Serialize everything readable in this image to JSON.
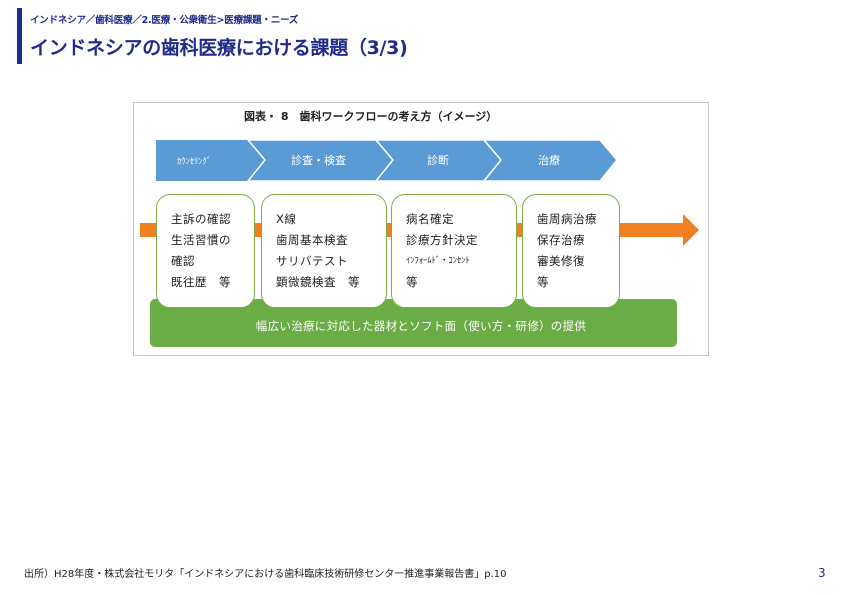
{
  "header": {
    "breadcrumb": "インドネシア／歯科医療／2.医療・公衆衛生>医療課題・ニーズ",
    "title": "インドネシアの歯科医療における課題（3/3)"
  },
  "figure": {
    "caption": "図表・ 8　歯科ワークフローの考え方（イメージ）",
    "steps": [
      {
        "label": "ｶｳﾝｾﾘﾝｸﾞ"
      },
      {
        "label": "診査・検査"
      },
      {
        "label": "診断"
      },
      {
        "label": "治療"
      }
    ],
    "boxes": [
      {
        "lines": [
          "主訴の確認",
          "生活習慣の",
          "確認",
          "既往歴　等"
        ]
      },
      {
        "lines": [
          "X線",
          "歯周基本検査",
          "サリバテスト",
          "顕微鏡検査　等"
        ]
      },
      {
        "lines": [
          "病名確定",
          "診療方針決定",
          "ｲﾝﾌｫｰﾑﾄﾞ・ｺﾝｾﾝﾄ",
          "等"
        ]
      },
      {
        "lines": [
          "歯周病治療",
          "保存治療",
          "審美修復",
          "等"
        ]
      }
    ],
    "banner": "幅広い治療に対応した器材とソフト面（使い方・研修）の提供",
    "colors": {
      "step_fill": "#5b9bd5",
      "arrow_orange": "#f07f1f",
      "banner_green": "#6aac45",
      "box_border": "#7cb046"
    }
  },
  "footer": {
    "source": "出所）H28年度・株式会社モリタ「インドネシアにおける歯科臨床技術研修センター推進事業報告書」p.10",
    "page_number": "3"
  }
}
